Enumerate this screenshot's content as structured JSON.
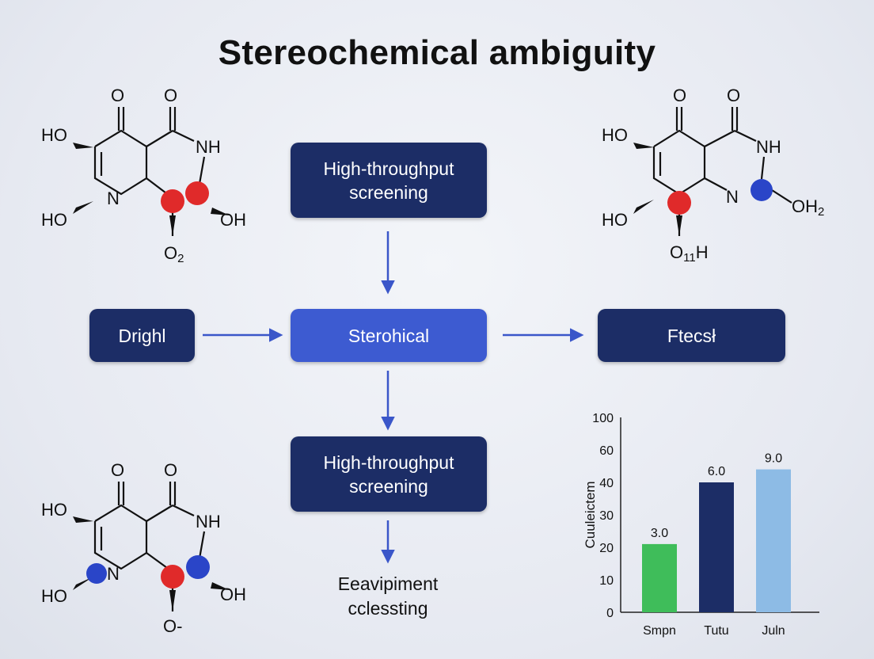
{
  "title": "Stereochemical ambiguity",
  "flow": {
    "top_box": "High-throughput screening",
    "left_box": "Drighl",
    "center_box": "Sterohical",
    "right_box": "Ftecsł",
    "lower_box": "High-throughput screening",
    "bottom_text_line1": "Eeavipiment",
    "bottom_text_line2": "cclessting"
  },
  "colors": {
    "dark_box": "#1c2d66",
    "bright_box": "#3d5bd1",
    "arrow": "#3a56c9",
    "atom_red": "#e02a2a",
    "atom_blue": "#2a45c8"
  },
  "molecules": {
    "top_left": {
      "o1": "O",
      "o2": "O",
      "ho1": "HO",
      "ho2": "HO",
      "nh": "NH",
      "n": "N",
      "oh": "OH",
      "bottom": "O",
      "bottom_sub": "2"
    },
    "top_right": {
      "o1": "O",
      "o2": "O",
      "ho1": "HO",
      "ho2": "HO",
      "nh": "NH",
      "n": "N",
      "oh": "OH",
      "oh_sub": "2",
      "bottom": "O",
      "bottom_sub": "11",
      "bottom_suffix": "H"
    },
    "bottom_left": {
      "o1": "O",
      "o2": "O",
      "ho1": "HO",
      "ho2": "HO",
      "nh": "NH",
      "n": "N",
      "oh": "OH",
      "bottom": "O-"
    }
  },
  "chart_data": {
    "type": "bar",
    "ylabel": "Cuuleictem",
    "yticks": [
      "0",
      "10",
      "20",
      "30",
      "40",
      "60",
      "100"
    ],
    "categories": [
      "Smpn",
      "Tutu",
      "Juln"
    ],
    "values": [
      21,
      40,
      44
    ],
    "data_labels": [
      "3.0",
      "6.0",
      "9.0"
    ],
    "bar_colors": [
      "#3fbd5a",
      "#1c2d66",
      "#8dbbe5"
    ]
  }
}
